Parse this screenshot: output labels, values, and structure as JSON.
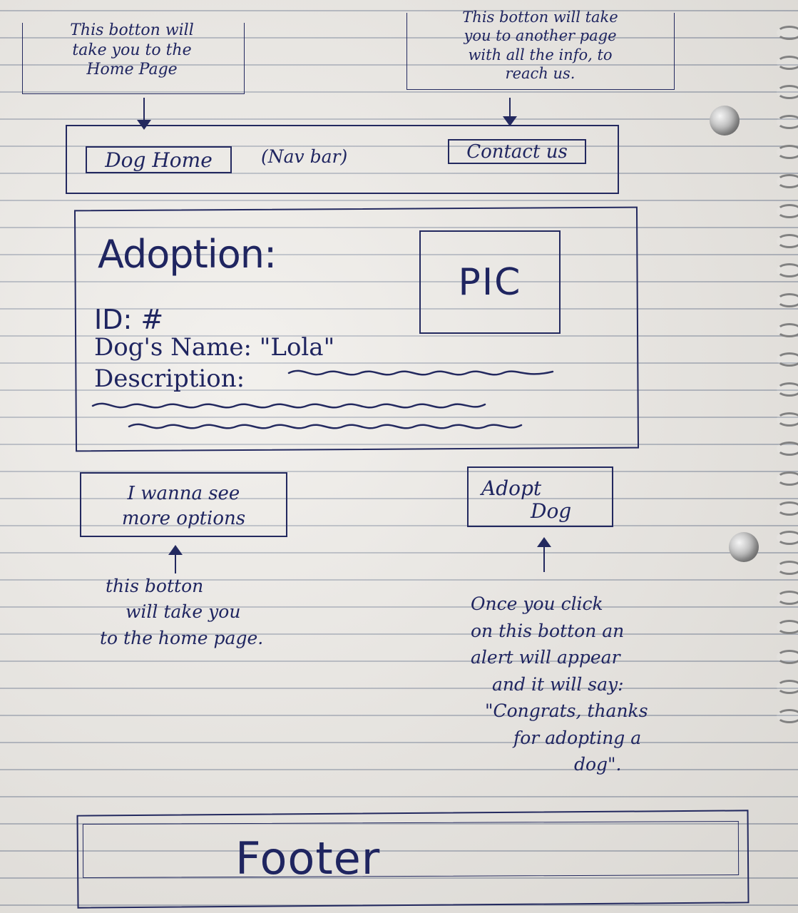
{
  "notes": {
    "top_left": [
      "This botton will",
      "take you to the",
      "Home Page"
    ],
    "top_right": [
      "This botton will take",
      "you to another page",
      "with all the info, to",
      "reach us."
    ],
    "bottom_left": [
      "this botton",
      "will take you",
      "to the home page."
    ],
    "bottom_right": [
      "Once you click",
      "on this botton an",
      "alert will appear",
      "and it will say:",
      "\"Congrats, thanks",
      "for adopting a",
      "dog\"."
    ]
  },
  "navbar": {
    "home_label": "Dog Home",
    "navbar_label": "(Nav bar)",
    "contact_label": "Contact us"
  },
  "adoption_card": {
    "title": "Adoption:",
    "id_line": "ID: #",
    "dog_name_line": "Dog's Name: \"Lola\"",
    "description_line": "Description:",
    "pic_label": "PIC"
  },
  "buttons": {
    "more_options": [
      "I wanna see",
      "more options"
    ],
    "adopt_dog": [
      "Adopt",
      "Dog"
    ]
  },
  "footer": {
    "label": "Footer"
  }
}
